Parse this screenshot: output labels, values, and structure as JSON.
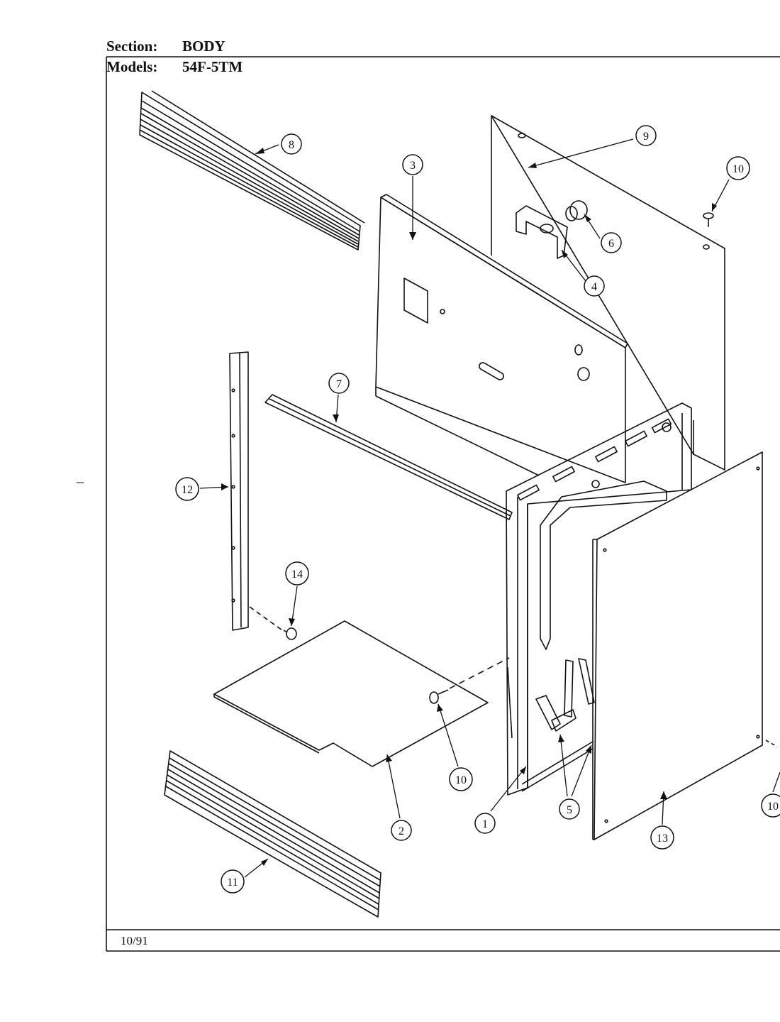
{
  "header": {
    "section_label": "Section:",
    "section_value": "BODY",
    "models_label": "Models:",
    "models_value": "54F-5TM"
  },
  "footer": {
    "date": "10/91"
  },
  "callouts": {
    "c1": "1",
    "c2": "2",
    "c3": "3",
    "c4": "4",
    "c5": "5",
    "c6": "6",
    "c7": "7",
    "c8": "8",
    "c9": "9",
    "c10a": "10",
    "c10b": "10",
    "c10c": "10",
    "c11": "11",
    "c12": "12",
    "c13": "13",
    "c14": "14"
  },
  "colors": {
    "ink": "#111111",
    "paper": "#ffffff"
  }
}
